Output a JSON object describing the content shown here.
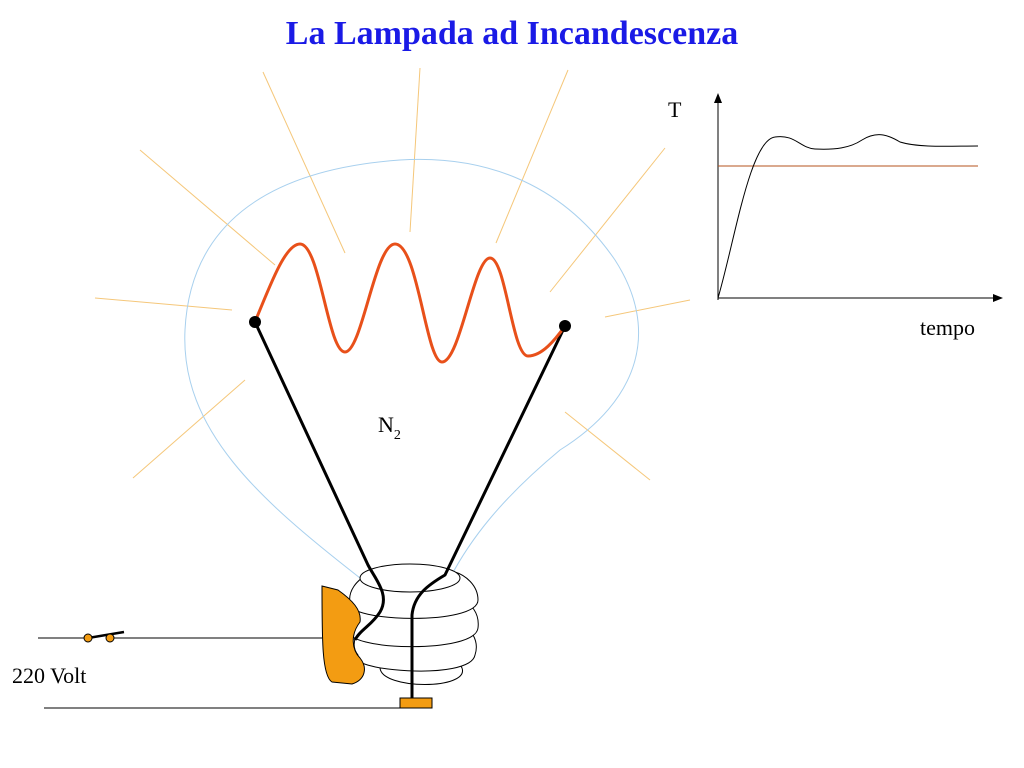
{
  "title": "La Lampada ad Incandescenza",
  "labels": {
    "gas": "N",
    "gas_subscript": "2",
    "voltage": "220 Volt"
  },
  "graph": {
    "y_axis_label": "T",
    "x_axis_label": "tempo"
  },
  "colors": {
    "title": "#1a1ae6",
    "filament": "#e8501a",
    "glow_rays": "#f5c77a",
    "bulb_outline": "#a8d0ee",
    "insulator": "#f39c12",
    "wires": "#000000",
    "graph_reference": "#b5531c"
  }
}
